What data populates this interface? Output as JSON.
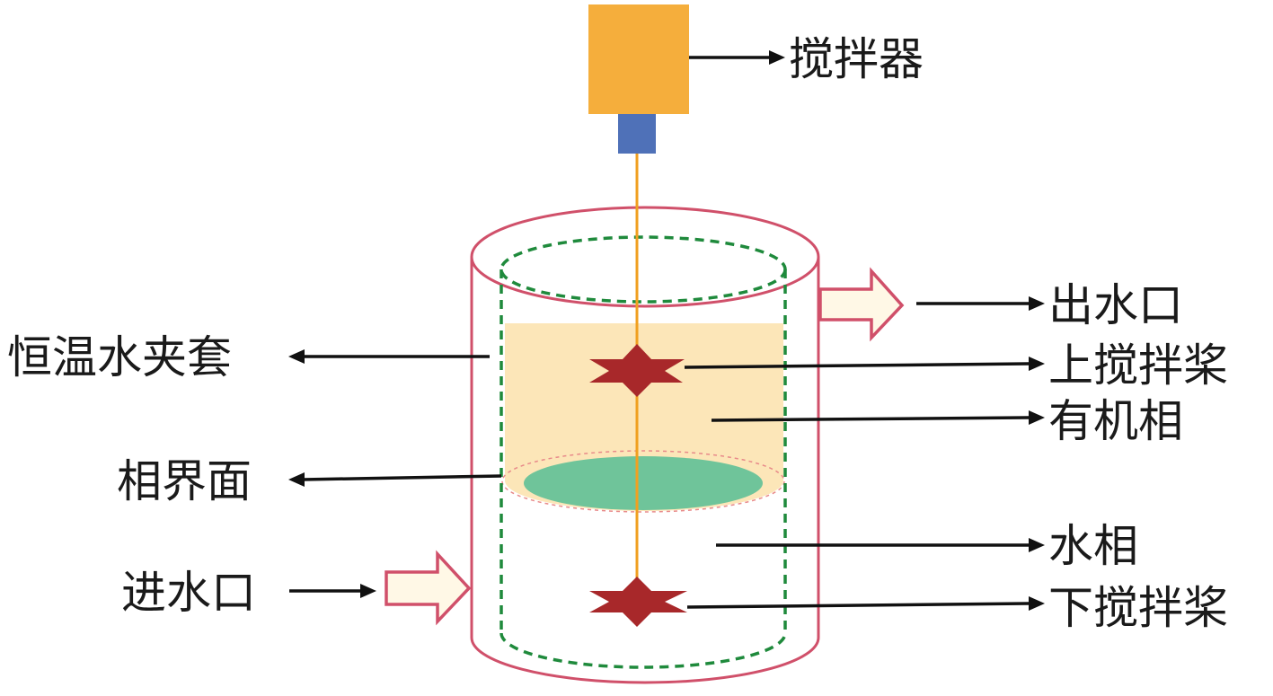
{
  "labels": {
    "stirrer": "搅拌器",
    "water_outlet": "出水口",
    "upper_impeller": "上搅拌桨",
    "organic_phase": "有机相",
    "water_jacket": "恒温水夹套",
    "phase_interface": "相界面",
    "aqueous_phase": "水相",
    "water_inlet": "进水口",
    "lower_impeller": "下搅拌桨"
  },
  "colors": {
    "motor": "#F5AE3C",
    "shaft_coupling": "#4F71B8",
    "shaft": "#F0A020",
    "vessel_outline": "#D0506A",
    "inner_vessel_dashed": "#1F8A3C",
    "organic_phase_fill": "#FCE6B8",
    "interface_fill": "#6FC49A",
    "impeller": "#A8282A",
    "flow_arrow_fill": "#FFF8E6",
    "flow_arrow_stroke": "#D0506A",
    "label_arrows": "#111111"
  }
}
